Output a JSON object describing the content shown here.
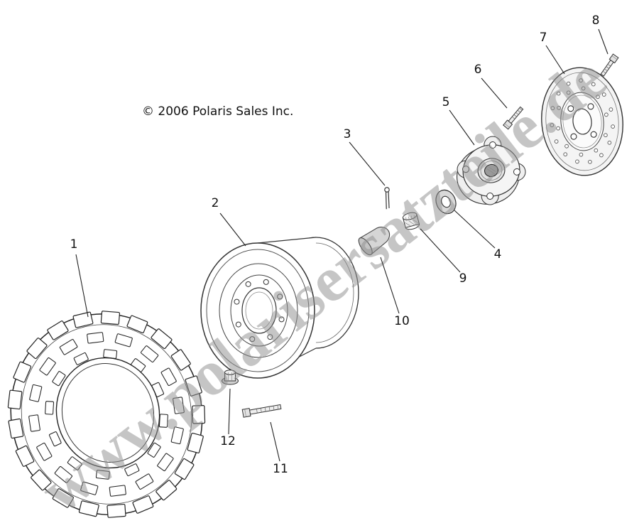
{
  "copyright": "© 2006 Polaris Sales Inc.",
  "watermark": "www.polarisersatzteile.de",
  "callouts": [
    "1",
    "2",
    "3",
    "4",
    "5",
    "6",
    "7",
    "8",
    "9",
    "10",
    "11",
    "12"
  ]
}
